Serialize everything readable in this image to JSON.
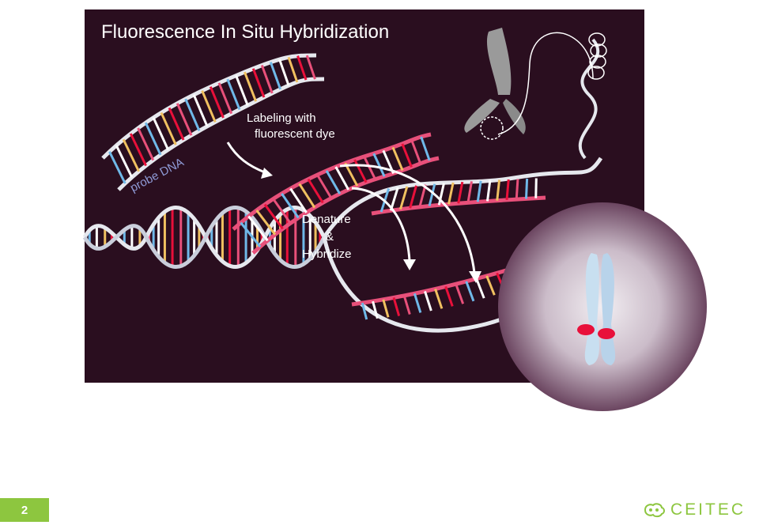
{
  "diagram": {
    "title": "Fluorescence In Situ Hybridization",
    "labels": {
      "probe": "probe DNA",
      "labeling_line1": "Labeling with",
      "labeling_line2": "fluorescent dye",
      "denature_line1": "Denature",
      "denature_line2": "&",
      "denature_line3": "Hybridize"
    },
    "colors": {
      "background": "#2a0e1f",
      "dna_strand": "#e6e8ee",
      "probe_label": "#e8507a",
      "signal": "#e8103a",
      "chromosome_gray": "#9a9a9a",
      "chromosome_light": "#c8dff0"
    }
  },
  "footer": {
    "page_number": "2",
    "logo_text": "CEITEC",
    "accent": "#8dc63f"
  }
}
